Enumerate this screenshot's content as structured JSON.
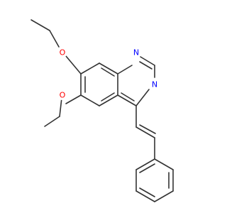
{
  "molecule": {
    "colors": {
      "bond": "#333333",
      "oxygen": "#ff0000",
      "nitrogen": "#0000ff",
      "background": "#ffffff"
    },
    "atoms": [
      {
        "id": "O1",
        "label": "O",
        "element": "oxygen"
      },
      {
        "id": "O2",
        "label": "O",
        "element": "oxygen"
      },
      {
        "id": "N1",
        "label": "N",
        "element": "nitrogen"
      },
      {
        "id": "N3",
        "label": "N",
        "element": "nitrogen"
      }
    ]
  }
}
